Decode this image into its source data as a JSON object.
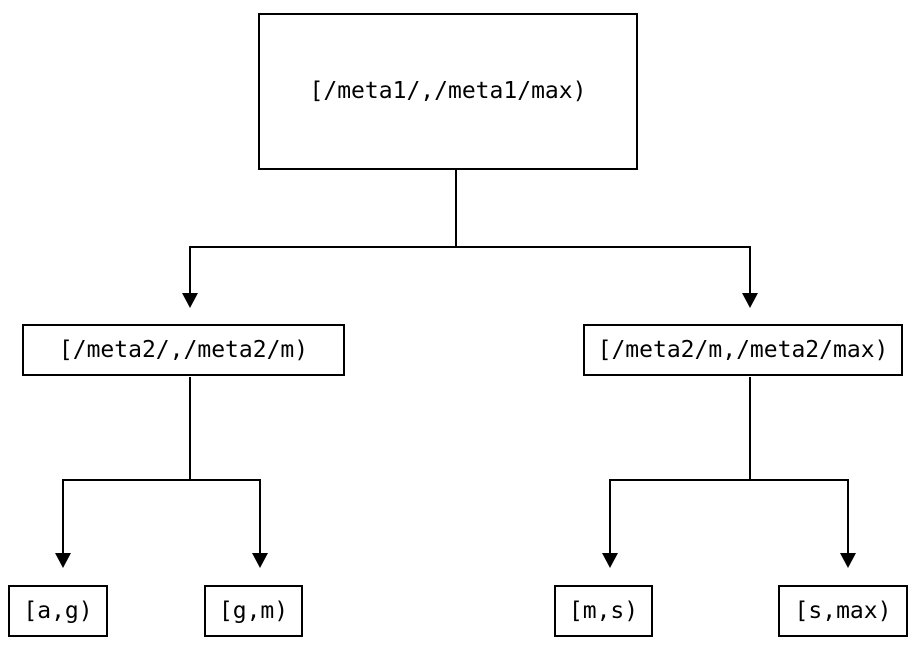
{
  "diagram": {
    "title": "range-partition-tree",
    "background_color": "#ffffff",
    "line_color": "#000000",
    "text_color": "#000000",
    "root": {
      "label": "[/meta1/,/meta1/max)"
    },
    "level2": [
      {
        "label": "[/meta2/,/meta2/m)"
      },
      {
        "label": "[/meta2/m,/meta2/max)"
      }
    ],
    "leaves": [
      {
        "label": "[a,g)"
      },
      {
        "label": "[g,m)"
      },
      {
        "label": "[m,s)"
      },
      {
        "label": "[s,max)"
      }
    ]
  }
}
